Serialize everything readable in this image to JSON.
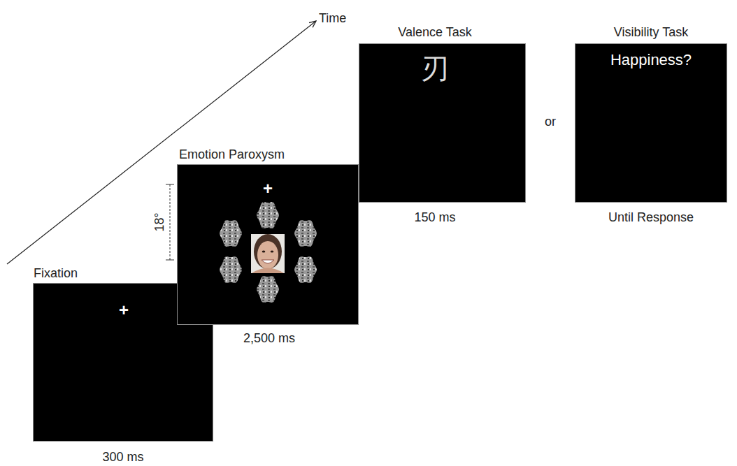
{
  "diagram": {
    "nodes": [
      {
        "text": [
          "Fixation",
          "+",
          "300 ms"
        ]
      },
      {
        "text": [
          "Emotion Paroxysm",
          "+",
          "2,500 ms"
        ]
      },
      {
        "text": [
          "Valence Task",
          "刃",
          "150 ms"
        ]
      },
      {
        "text": [
          "Visibility Task",
          "Happiness?",
          "Until Response"
        ]
      }
    ],
    "labels": [
      "Time",
      "18°",
      "or"
    ]
  }
}
